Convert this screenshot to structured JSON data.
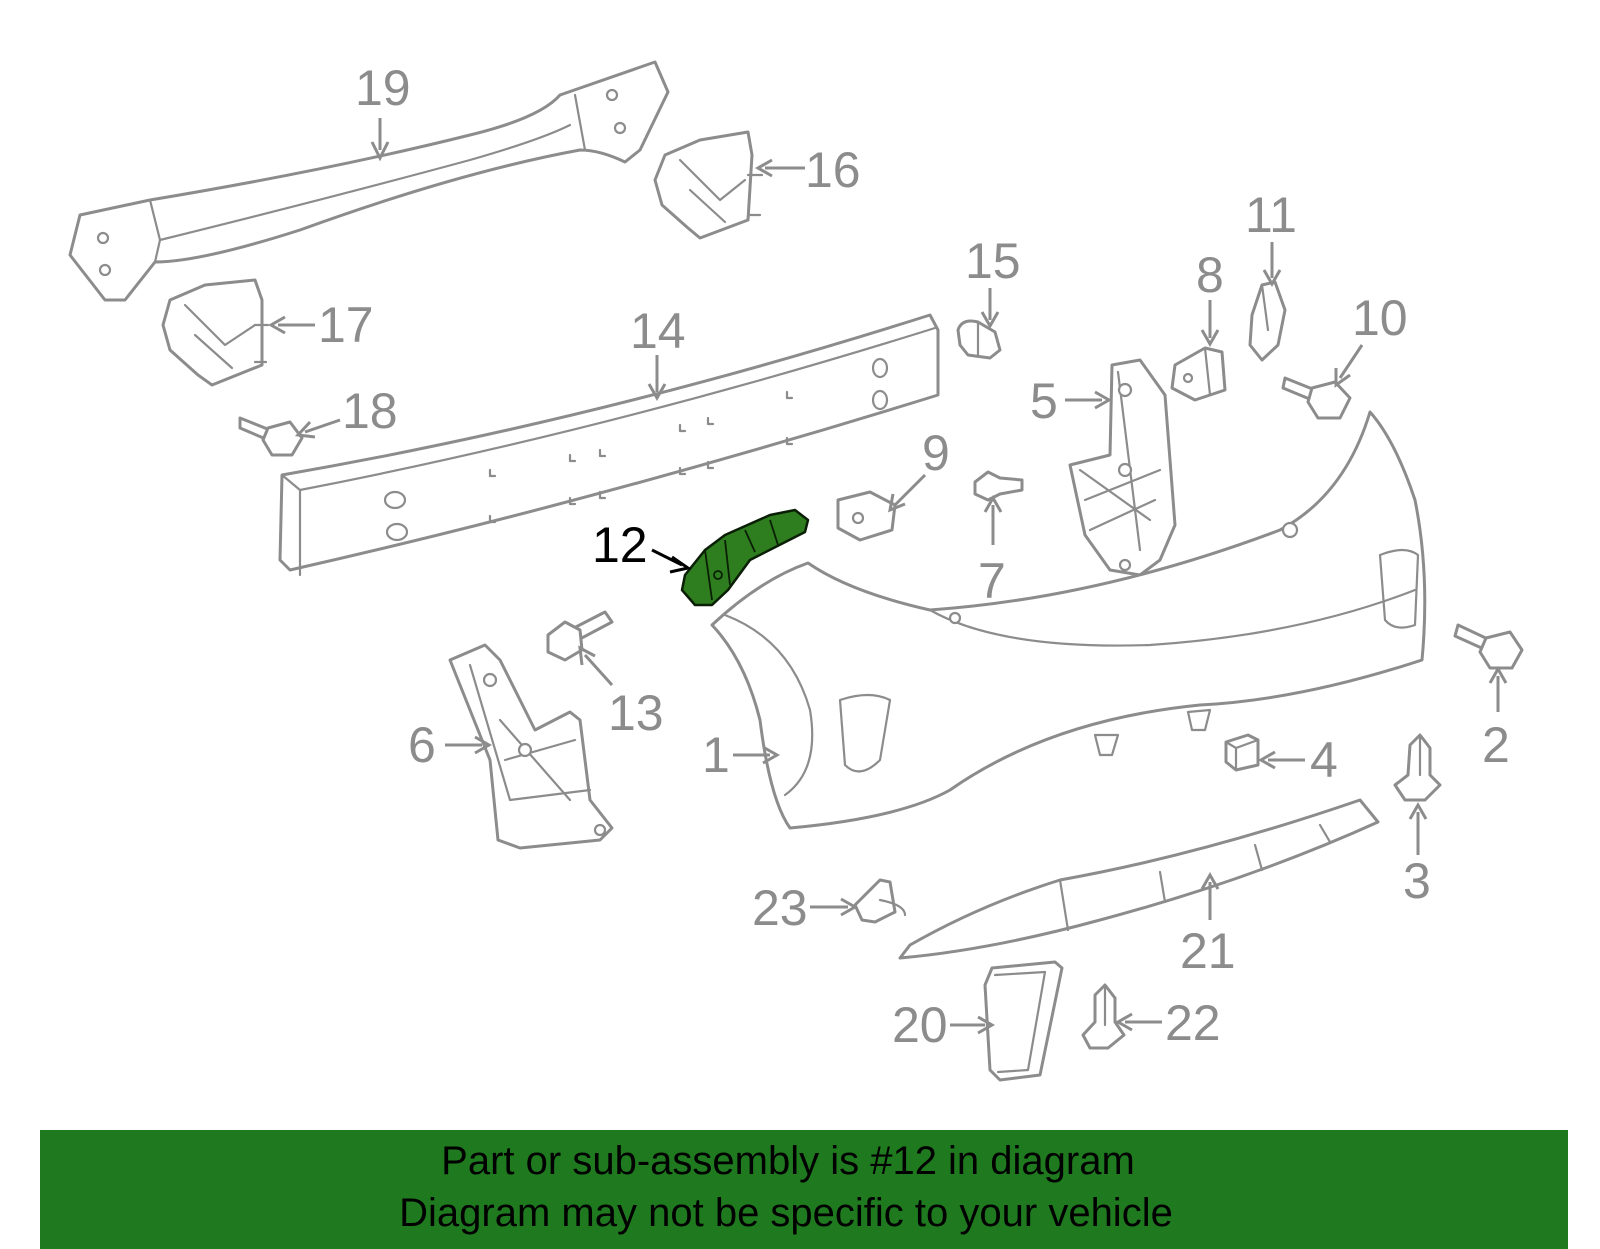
{
  "diagram": {
    "highlighted_part": "12",
    "colors": {
      "part_stroke": "#8c8c8c",
      "highlight_fill": "#2e7d1e",
      "banner_background": "#1f7a1f",
      "highlight_label": "#000000"
    },
    "callouts": {
      "c1": "1",
      "c2": "2",
      "c3": "3",
      "c4": "4",
      "c5": "5",
      "c6": "6",
      "c7": "7",
      "c8": "8",
      "c9": "9",
      "c10": "10",
      "c11": "11",
      "c12": "12",
      "c13": "13",
      "c14": "14",
      "c15": "15",
      "c16": "16",
      "c17": "17",
      "c18": "18",
      "c19": "19",
      "c20": "20",
      "c21": "21",
      "c22": "22",
      "c23": "23"
    }
  },
  "banner": {
    "line1": "Part or sub-assembly is #12 in diagram",
    "line2": "Diagram may not be specific to your vehicle"
  }
}
